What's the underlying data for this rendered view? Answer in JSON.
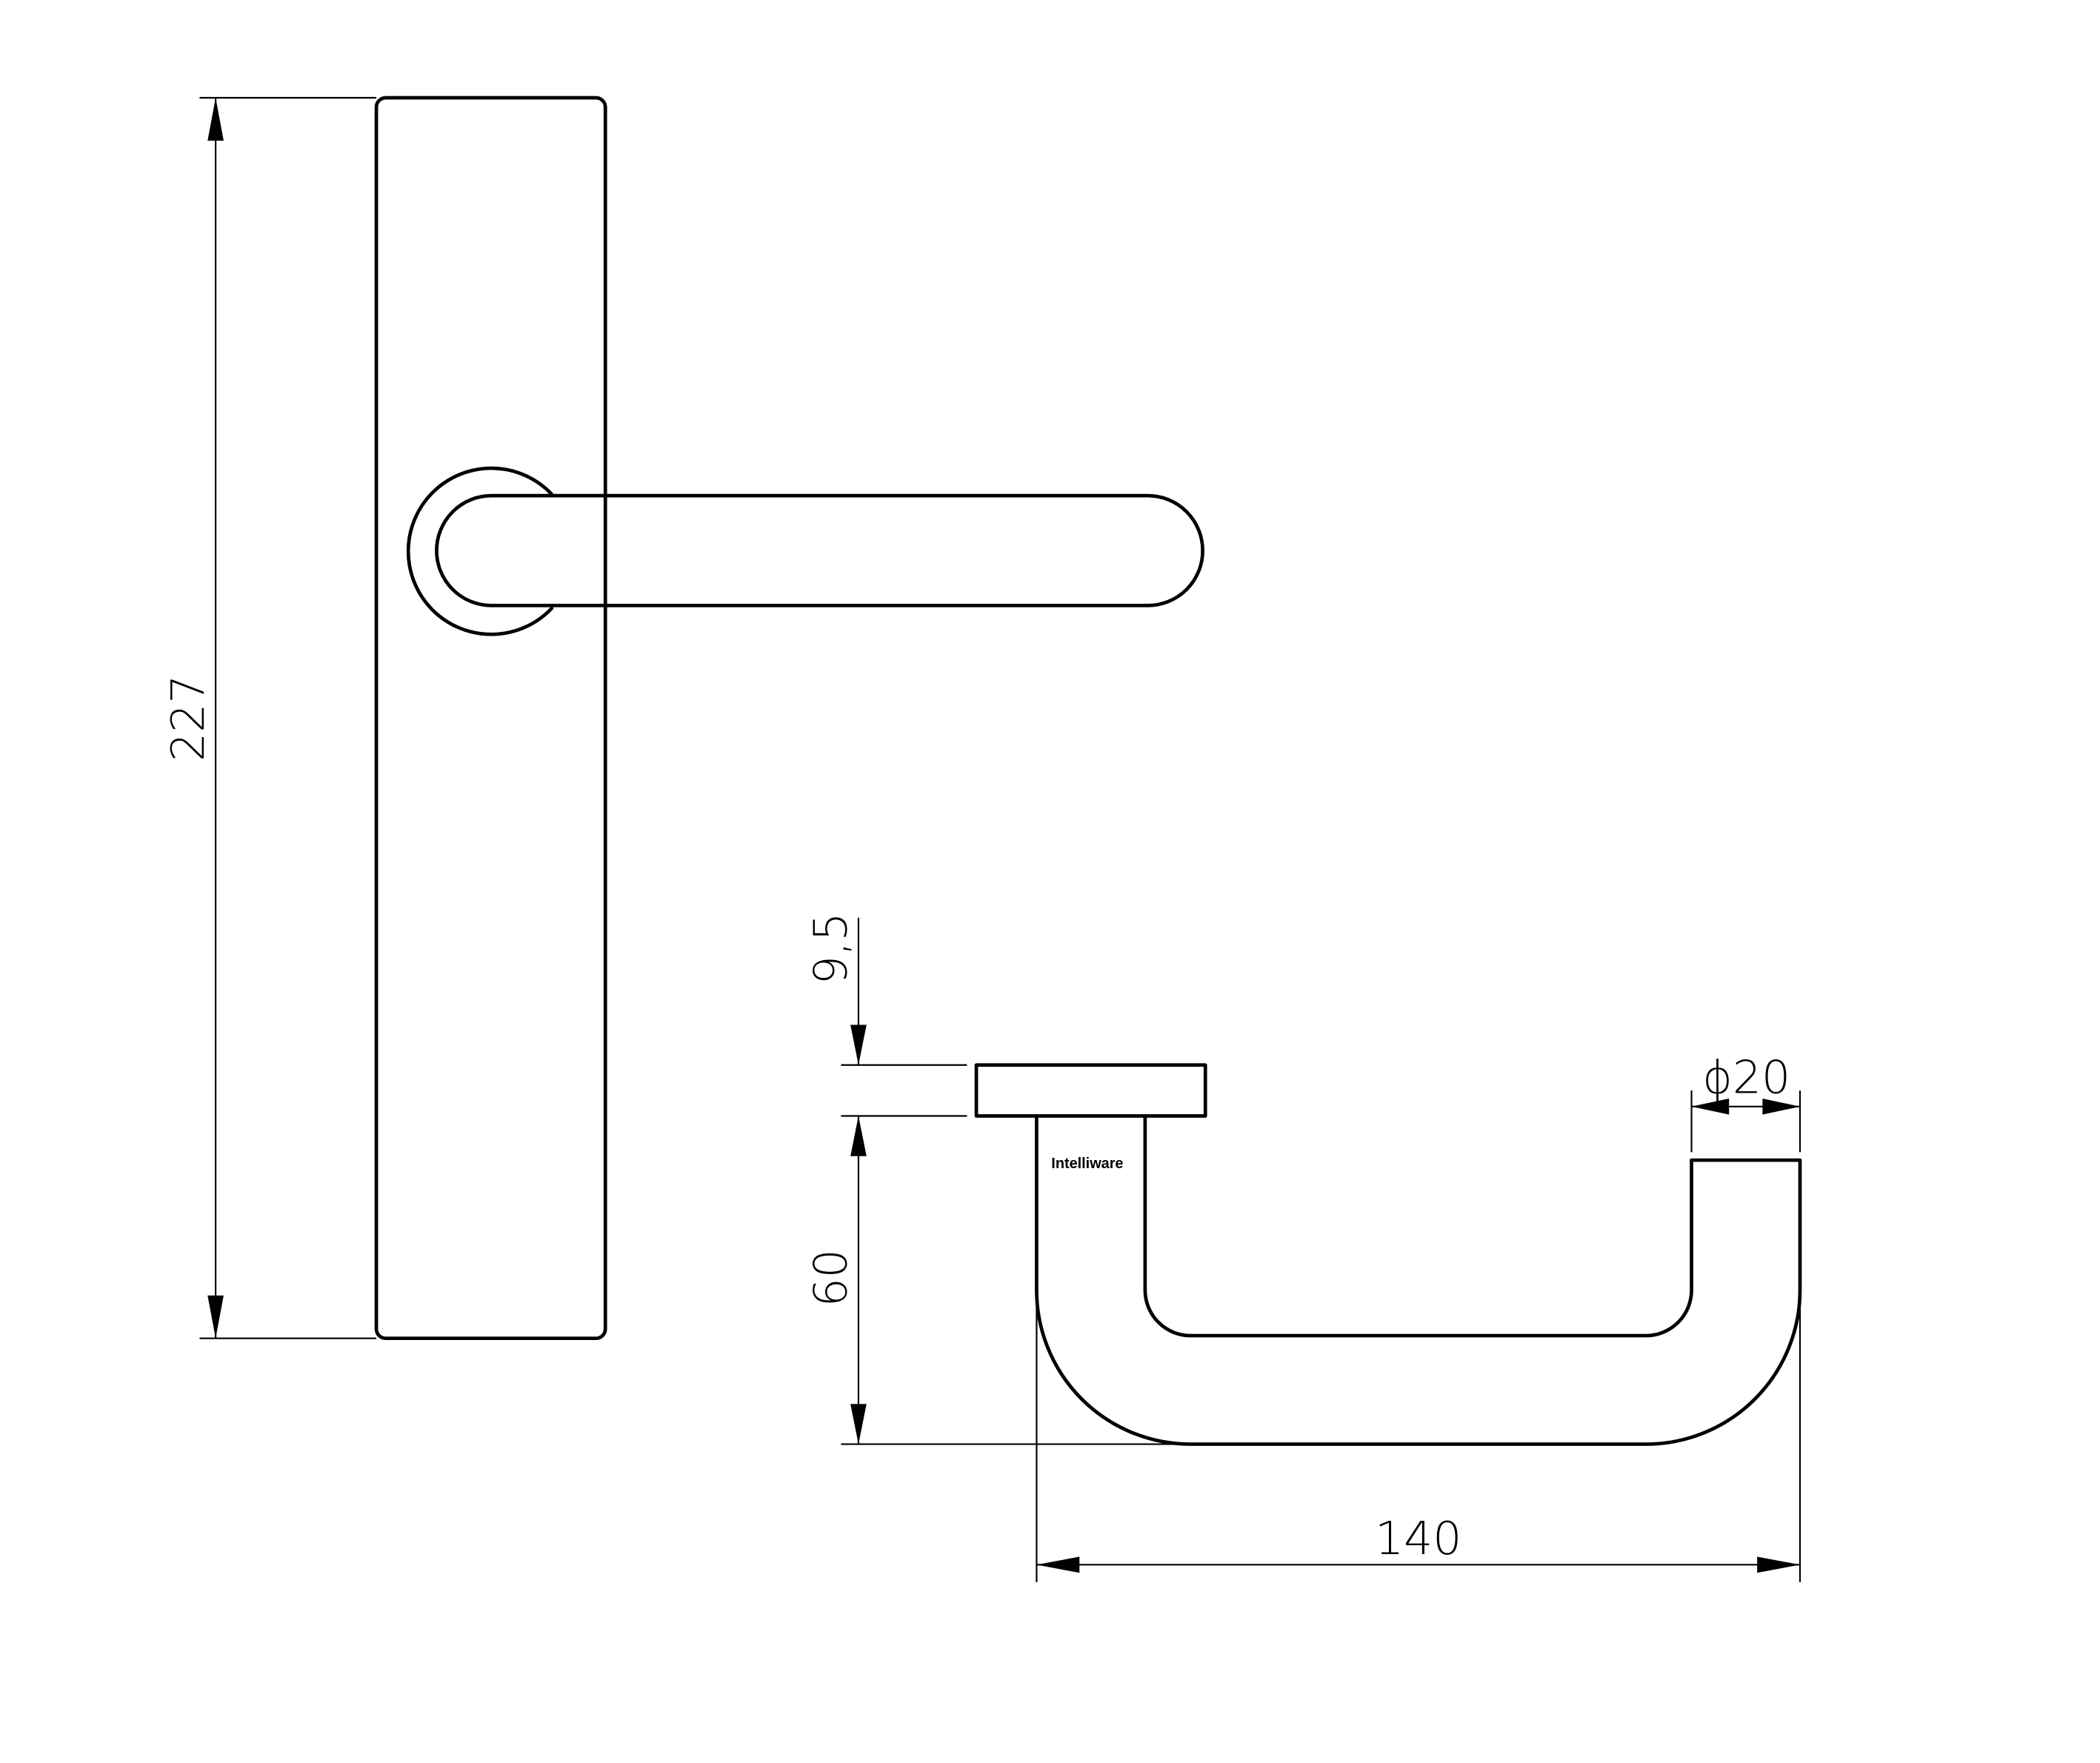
{
  "dimensions": {
    "plate_height": "227",
    "rose_thickness": "9,5",
    "lever_height": "60",
    "lever_projection": "140",
    "bar_diameter": "ϕ20"
  },
  "marking": {
    "brand": "Intelliware"
  }
}
